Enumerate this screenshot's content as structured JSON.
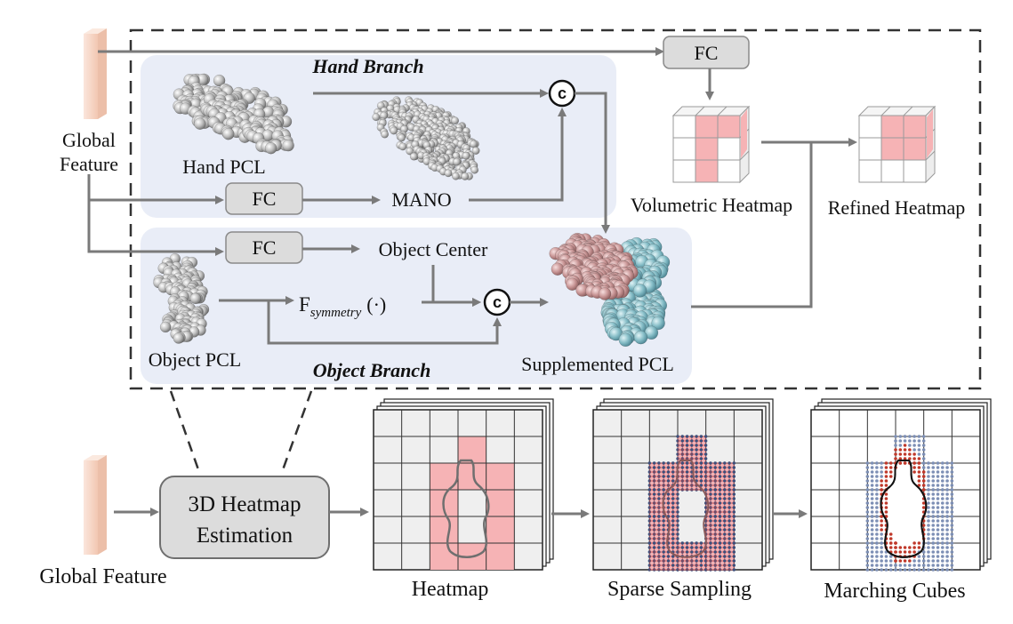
{
  "labels": {
    "global_feature_top": [
      "Global",
      "Feature"
    ],
    "hand_branch": "Hand Branch",
    "hand_pcl": "Hand PCL",
    "mano": "MANO",
    "fc": "FC",
    "object_center": "Object Center",
    "f_symmetry_main": "F",
    "f_symmetry_sub": "symmetry",
    "f_symmetry_arg": "(·)",
    "concat": "c",
    "object_pcl": "Object PCL",
    "object_branch": "Object Branch",
    "supplemented_pcl": "Supplemented PCL",
    "volumetric_heatmap": "Volumetric Heatmap",
    "refined_heatmap": "Refined Heatmap",
    "global_feature_bottom": "Global Feature",
    "heatmap_estimation": [
      "3D Heatmap",
      "Estimation"
    ],
    "heatmap": "Heatmap",
    "sparse_sampling": "Sparse Sampling",
    "marching_cubes": "Marching Cubes"
  },
  "colors": {
    "branch_bg": "#e9edf7",
    "box_fill": "#dcdcdc",
    "pink": "#f6b3b5",
    "grid_bg": "#efefef",
    "feature_bar": "#f8d9c9",
    "teal": "#7ab8c4",
    "dot_blue": "#3d4e7a",
    "dot_red": "#c0392b"
  }
}
